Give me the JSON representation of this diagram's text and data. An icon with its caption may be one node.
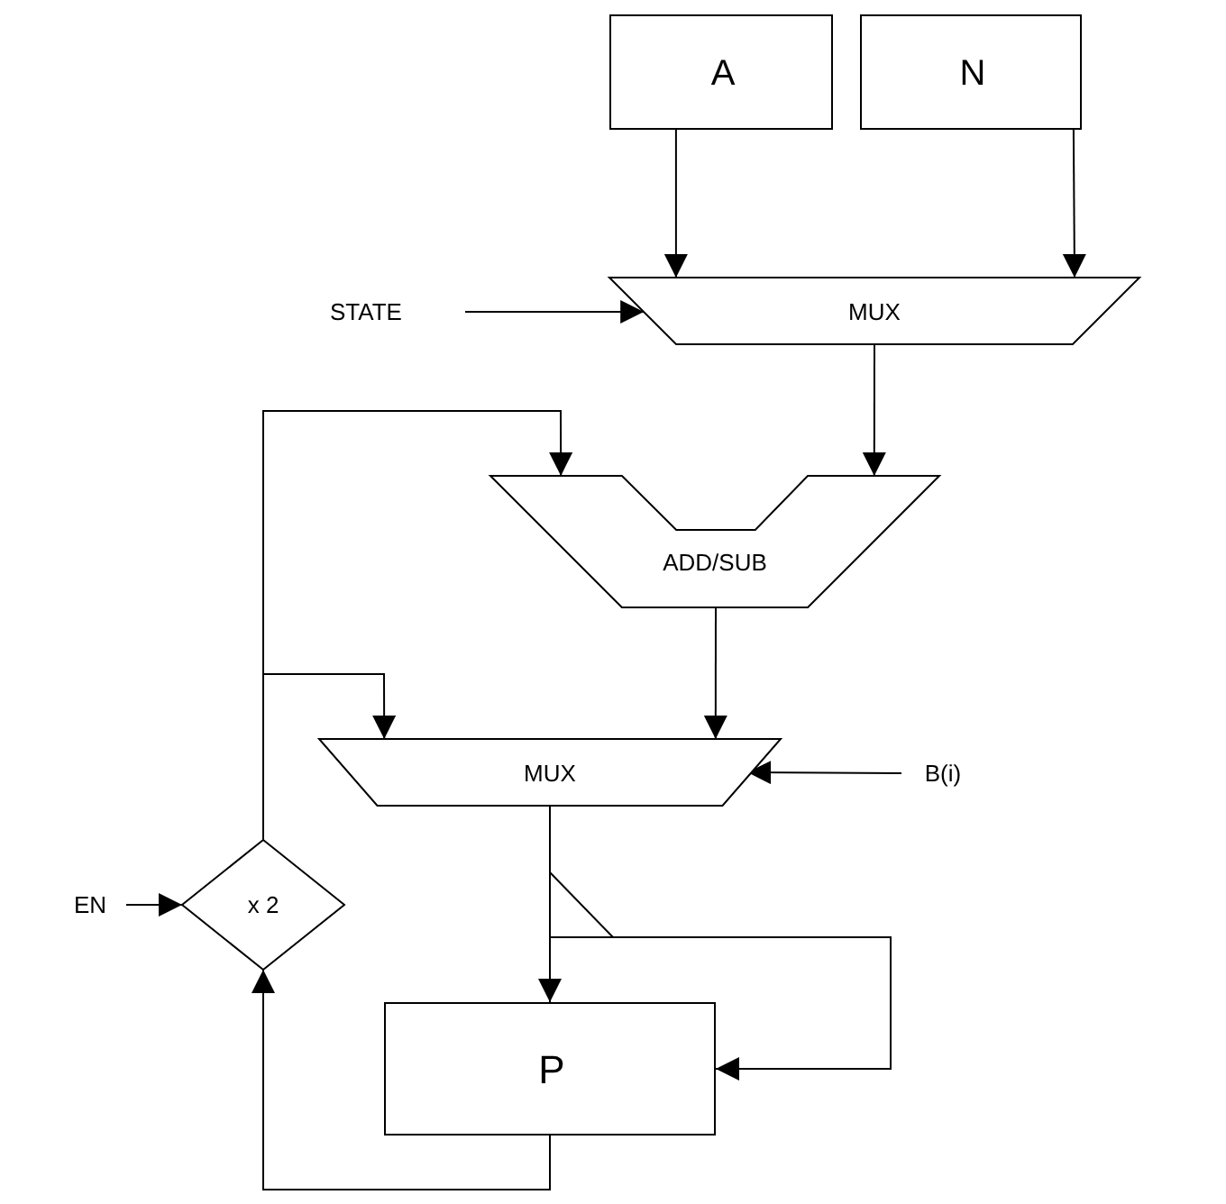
{
  "diagram": {
    "nodes": [
      {
        "text": [
          "A"
        ]
      },
      {
        "text": [
          "N"
        ]
      },
      {
        "text": [
          "STATE"
        ]
      },
      {
        "text": [
          "MUX"
        ]
      },
      {
        "text": [
          "ADD/SUB"
        ]
      },
      {
        "text": [
          "MUX"
        ]
      },
      {
        "text": [
          "B(i)"
        ]
      },
      {
        "text": [
          "EN"
        ]
      },
      {
        "text": [
          "x 2"
        ]
      },
      {
        "text": [
          "P"
        ]
      }
    ],
    "edges": [
      {
        "from": 0,
        "to": 3,
        "arrow": "to"
      },
      {
        "from": 1,
        "to": 3,
        "arrow": "to"
      },
      {
        "from": 2,
        "to": 3,
        "arrow": "to"
      },
      {
        "from": 3,
        "to": 4,
        "arrow": "to"
      },
      {
        "from": 8,
        "to": 4,
        "arrow": "to"
      },
      {
        "from": 8,
        "to": 5,
        "arrow": "to"
      },
      {
        "from": 4,
        "to": 5,
        "arrow": "to"
      },
      {
        "from": 6,
        "to": 5,
        "arrow": "to"
      },
      {
        "from": 5,
        "to": 9,
        "arrow": "to"
      },
      {
        "from": 5,
        "to": 9,
        "arrow": "to"
      },
      {
        "from": 9,
        "to": 8,
        "arrow": "to"
      },
      {
        "from": 7,
        "to": 8,
        "arrow": "to"
      }
    ]
  }
}
